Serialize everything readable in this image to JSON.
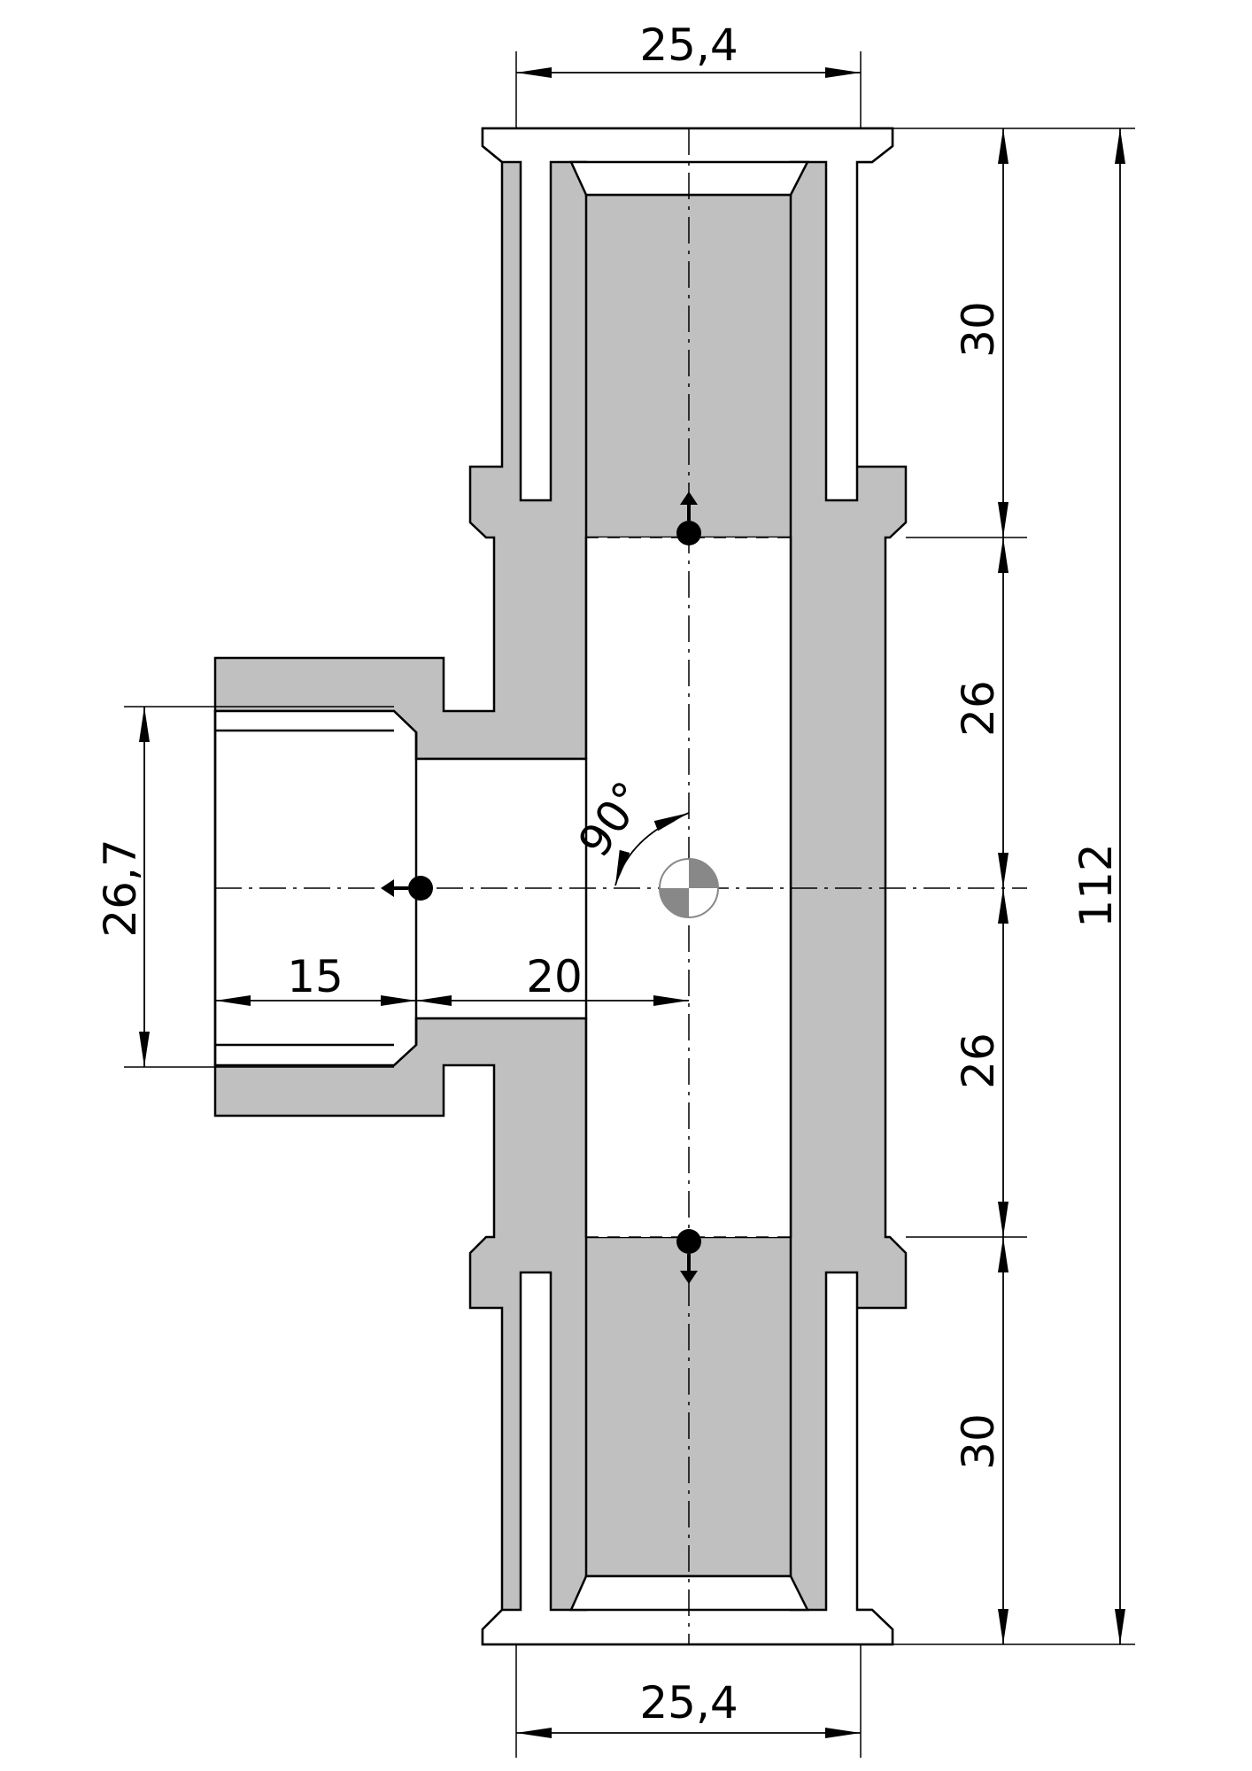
{
  "colors": {
    "body_fill": "#c0c0c0",
    "line": "#000000",
    "background": "#ffffff"
  },
  "dimensions": {
    "top_width": "25,4",
    "bottom_width": "25,4",
    "top_socket_length": "30",
    "upper_body_length": "26",
    "lower_body_length": "26",
    "bottom_socket_length": "30",
    "overall_length": "112",
    "branch_diameter": "26,7",
    "branch_thread_depth": "15",
    "branch_offset": "20",
    "branch_angle": "90°"
  },
  "icons": {
    "center": "center-of-mass-icon",
    "port_marker": "flow-port-icon"
  }
}
